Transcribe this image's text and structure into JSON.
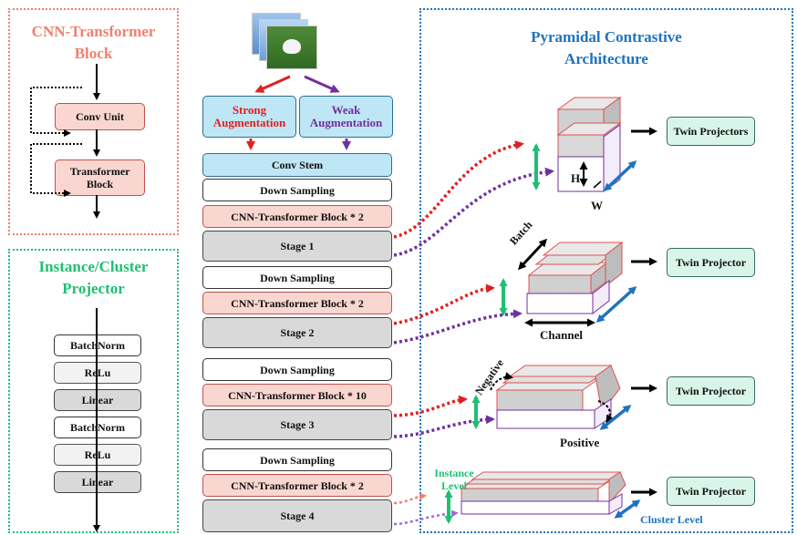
{
  "cnn_block": {
    "title": "CNN-Transformer Block",
    "conv_unit": "Conv Unit",
    "transformer_block": "Transformer Block"
  },
  "projector": {
    "title": "Instance/Cluster Projector",
    "layers": [
      "BatchNorm",
      "ReLu",
      "Linear",
      "BatchNorm",
      "ReLu",
      "Linear"
    ]
  },
  "backbone": {
    "strong_aug": "Strong Augmentation",
    "weak_aug": "Weak Augmentation",
    "conv_stem": "Conv Stem",
    "down_sampling": "Down Sampling",
    "stages": [
      {
        "block": "CNN-Transformer Block * 2",
        "stage": "Stage 1"
      },
      {
        "block": "CNN-Transformer Block * 2",
        "stage": "Stage 2"
      },
      {
        "block": "CNN-Transformer Block * 10",
        "stage": "Stage 3"
      },
      {
        "block": "CNN-Transformer Block * 2",
        "stage": "Stage 4"
      }
    ]
  },
  "pyramid": {
    "title": "Pyramidal Contrastive Architecture",
    "twin_projectors": "Twin Projectors",
    "twin_projector": "Twin Projector",
    "h_label": "H",
    "w_label": "W",
    "batch_label": "Batch",
    "channel_label": "Channel",
    "negative_label": "Negative",
    "positive_label": "Positive",
    "instance_level": "Instance Level",
    "cluster_level": "Cluster Level"
  },
  "colors": {
    "salmon": "#f08070",
    "green": "#1fbf73",
    "blue": "#1e73be",
    "red": "#e02020",
    "purple": "#7030a0"
  }
}
